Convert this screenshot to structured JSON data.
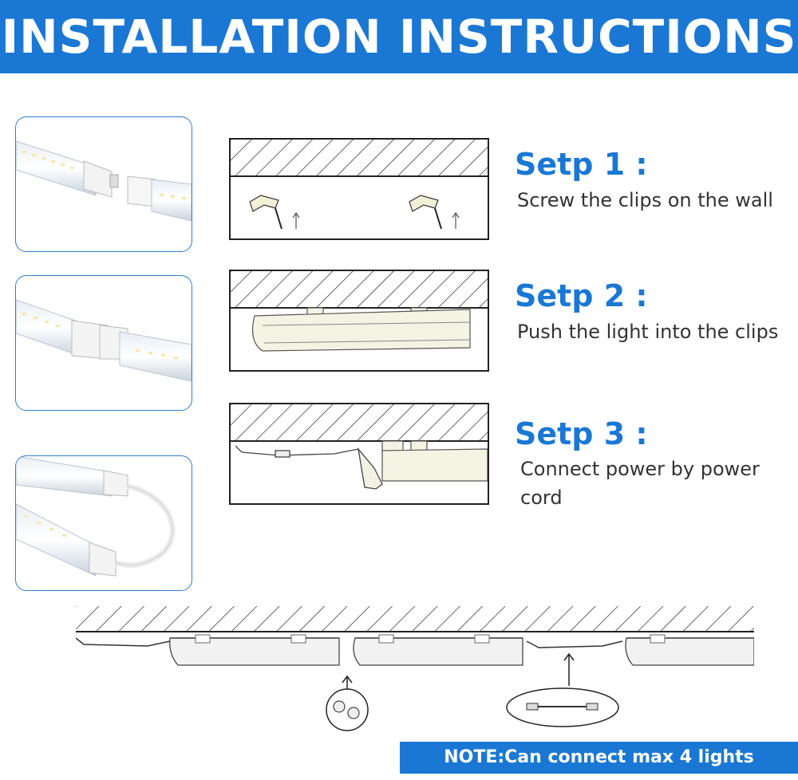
{
  "header": {
    "title": "INSTALLATION INSTRUCTIONS",
    "background_color": "#1a78d4"
  },
  "steps": [
    {
      "title": "Setp 1 :",
      "description": "Screw the clips on the wall"
    },
    {
      "title": "Setp 2 :",
      "description": "Push the light into the clips"
    },
    {
      "title": "Setp 3 :",
      "description": "Connect power by power cord"
    }
  ],
  "note": {
    "text": "NOTE:Can connect max 4 lights"
  },
  "colors": {
    "accent": "#1a78d4",
    "text": "#333333"
  }
}
